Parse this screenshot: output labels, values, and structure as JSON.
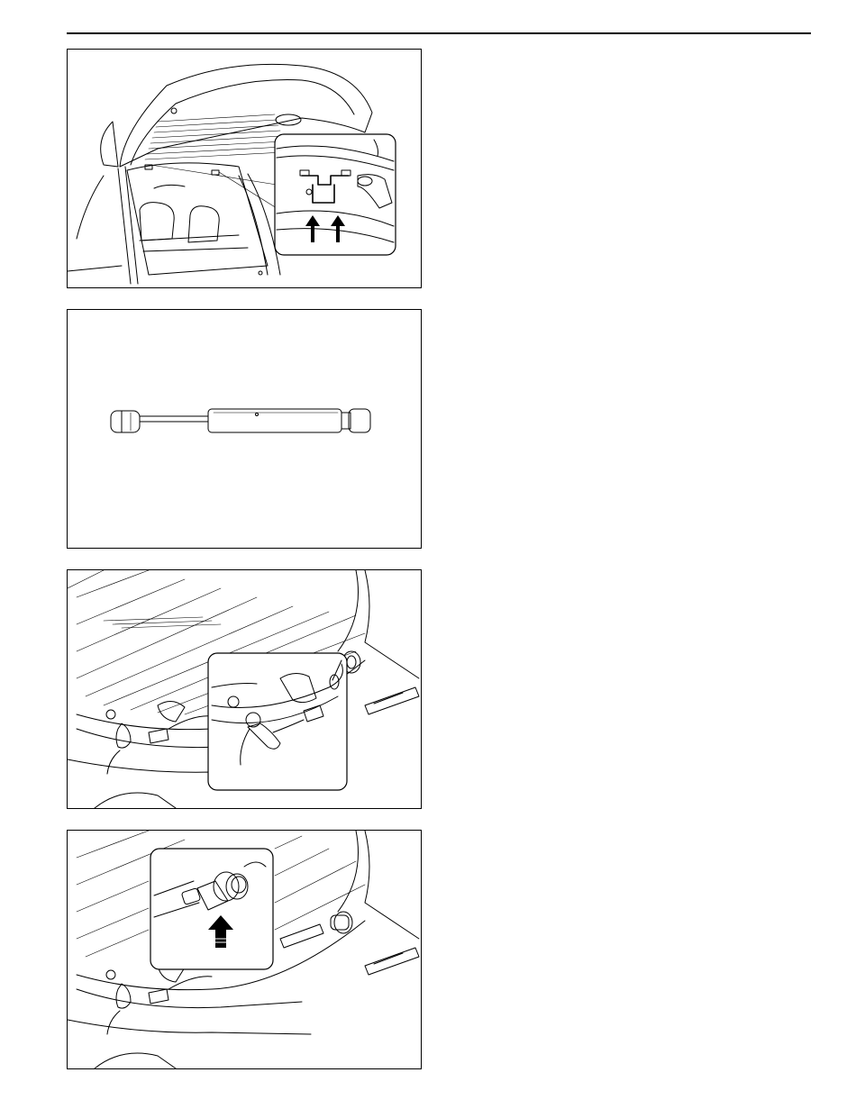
{
  "figures": [
    {
      "name": "tailgate-interior-with-bracket-detail",
      "arrows": 2
    },
    {
      "name": "gas-strut"
    },
    {
      "name": "strut-upper-mount-detail"
    },
    {
      "name": "strut-ball-socket-detail",
      "arrows": 1
    }
  ]
}
